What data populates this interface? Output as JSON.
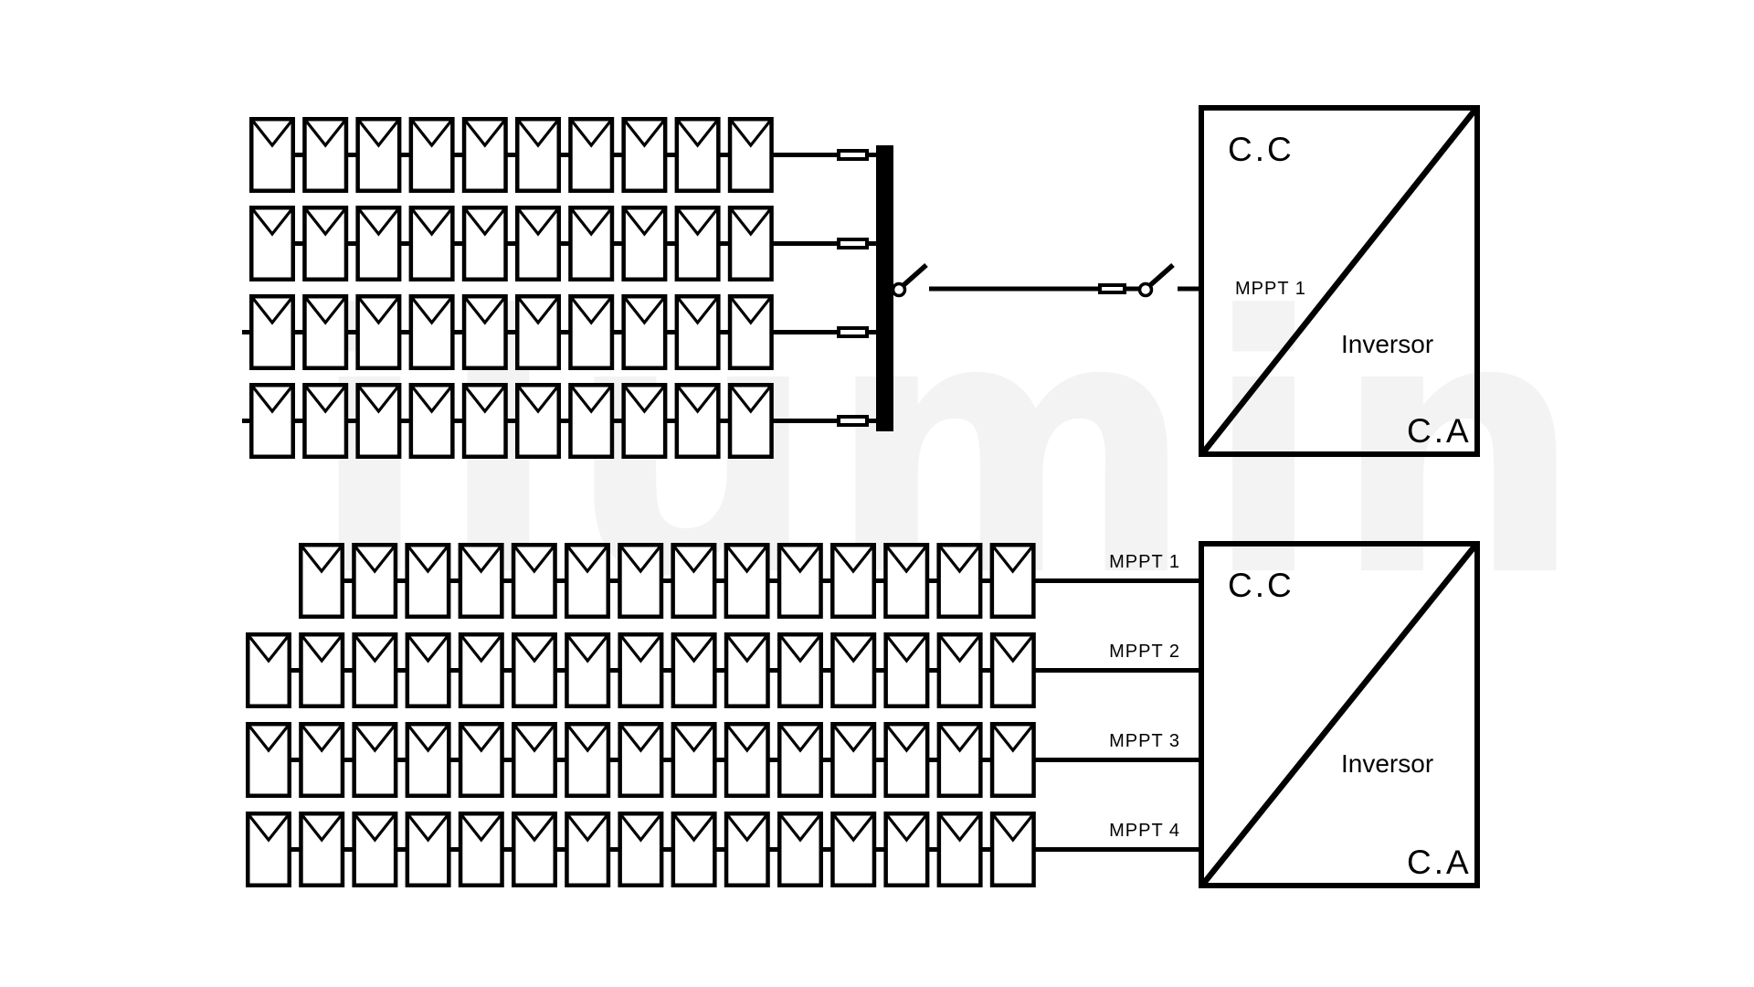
{
  "watermark": {
    "text": "ilumin",
    "color": "#f3f3f3"
  },
  "colors": {
    "ink": "#000000",
    "background": "#ffffff"
  },
  "top_system": {
    "description": "PV array with 4 strings combined on a busbar feeding inverter input MPPT 1",
    "strings": [
      {
        "panels": 10,
        "fuse_icon": "fuse-icon"
      },
      {
        "panels": 10,
        "fuse_icon": "fuse-icon"
      },
      {
        "panels": 10,
        "fuse_icon": "fuse-icon"
      },
      {
        "panels": 10,
        "fuse_icon": "fuse-icon"
      }
    ],
    "combiner_icon": "busbar-icon",
    "dc_switch_icon": "disconnect-switch-icon",
    "line_fuse_icon": "fuse-icon",
    "inverter": {
      "dc_label": "C.C",
      "input_label": "MPPT 1",
      "name": "Inversor",
      "ac_label": "C.A"
    }
  },
  "bottom_system": {
    "description": "PV array with 4 strings wired directly to 4 MPPT inputs of the inverter",
    "strings": [
      {
        "panels": 14
      },
      {
        "panels": 15
      },
      {
        "panels": 15
      },
      {
        "panels": 15
      }
    ],
    "string_input_labels": [
      "MPPT 1",
      "MPPT 2",
      "MPPT 3",
      "MPPT 4"
    ],
    "inverter": {
      "dc_label": "C.C",
      "name": "Inversor",
      "ac_label": "C.A"
    }
  }
}
